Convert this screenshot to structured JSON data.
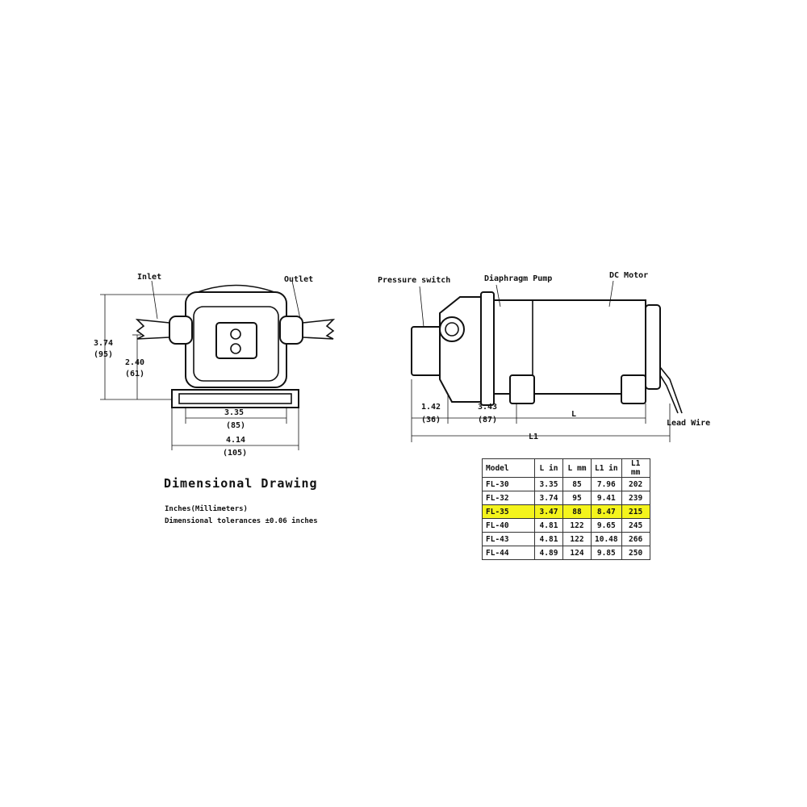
{
  "left_view": {
    "inlet_label": "Inlet",
    "outlet_label": "Outlet",
    "dim_height_total": "3.74",
    "dim_height_total_mm": "(95)",
    "dim_height_body": "2.40",
    "dim_height_body_mm": "(61)",
    "dim_width_mount": "3.35",
    "dim_width_mount_mm": "(85)",
    "dim_width_base": "4.14",
    "dim_width_base_mm": "(105)"
  },
  "right_view": {
    "pressure_switch_label": "Pressure switch",
    "diaphragm_pump_label": "Diaphragm Pump",
    "dc_motor_label": "DC Motor",
    "lead_wire_label": "Lead Wire",
    "dim_switch": "1.42",
    "dim_switch_mm": "(36)",
    "dim_pump": "3.43",
    "dim_pump_mm": "(87)",
    "dim_L": "L",
    "dim_L1": "L1"
  },
  "caption": {
    "title": "Dimensional Drawing",
    "units": "Inches(Millimeters)",
    "tolerance": "Dimensional tolerances ±0.06 inches"
  },
  "table": {
    "headers": [
      "Model",
      "L in",
      "L mm",
      "L1 in",
      "L1 mm"
    ],
    "rows": [
      [
        "FL-30",
        "3.35",
        "85",
        "7.96",
        "202"
      ],
      [
        "FL-32",
        "3.74",
        "95",
        "9.41",
        "239"
      ],
      [
        "FL-35",
        "3.47",
        "88",
        "8.47",
        "215"
      ],
      [
        "FL-40",
        "4.81",
        "122",
        "9.65",
        "245"
      ],
      [
        "FL-43",
        "4.81",
        "122",
        "10.48",
        "266"
      ],
      [
        "FL-44",
        "4.89",
        "124",
        "9.85",
        "250"
      ]
    ],
    "highlighted_row": "FL-35",
    "highlight_color": "#f4f41c"
  }
}
